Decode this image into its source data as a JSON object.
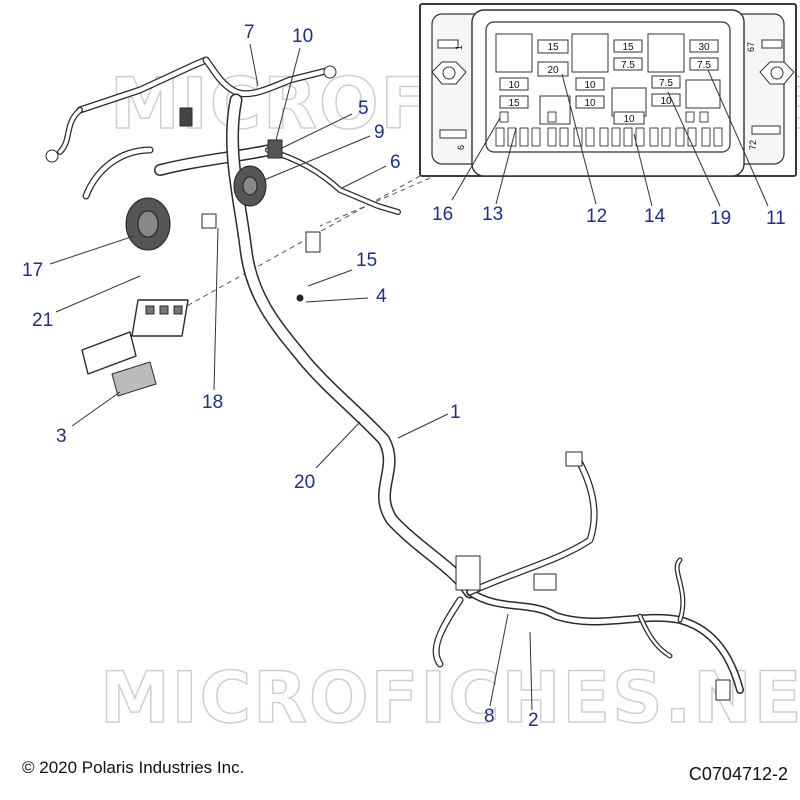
{
  "watermark": "MICROFICHES.NET",
  "footer": {
    "copyright": "© 2020 Polaris Industries Inc.",
    "figure_id": "C0704712-2"
  },
  "callouts": {
    "c1": "1",
    "c2": "2",
    "c3": "3",
    "c4": "4",
    "c5": "5",
    "c6": "6",
    "c7": "7",
    "c8": "8",
    "c9": "9",
    "c10": "10",
    "c11": "11",
    "c12": "12",
    "c13": "13",
    "c14": "14",
    "c15": "15",
    "c16": "16",
    "c17": "17",
    "c18": "18",
    "c19": "19",
    "c20": "20",
    "c21": "21"
  },
  "fuse_box": {
    "pin_labels": {
      "p1": "1",
      "p6": "6",
      "p67": "67",
      "p72": "72"
    },
    "fuses": {
      "f15a": "15",
      "f20": "20",
      "f15b": "15",
      "f75a": "7.5",
      "f30": "30",
      "f75b": "7.5",
      "f10a": "10",
      "f15c": "15",
      "f10b": "10",
      "f10c": "10",
      "f75c": "7.5",
      "f10d": "10",
      "f10e": "10"
    }
  }
}
